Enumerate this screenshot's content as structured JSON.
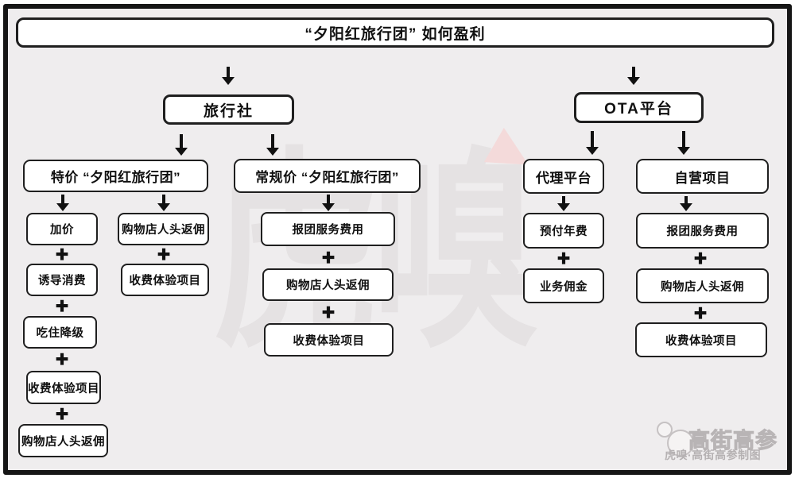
{
  "title": "“夕阳红旅行团” 如何盈利",
  "connector_plus": "+",
  "tree": {
    "travel_agency": {
      "label": "旅行社"
    },
    "ota_platform": {
      "label": "OTA平台"
    },
    "special_price": {
      "label": "特价 “夕阳红旅行团”",
      "left_chain": [
        "加价",
        "诱导消费",
        "吃住降级",
        "收费体验项目",
        "购物店人头返佣"
      ],
      "right_chain": [
        "购物店人头返佣",
        "收费体验项目"
      ]
    },
    "regular_price": {
      "label": "常规价 “夕阳红旅行团”",
      "chain": [
        "报团服务费用",
        "购物店人头返佣",
        "收费体验项目"
      ]
    },
    "agent_platform": {
      "label": "代理平台",
      "chain": [
        "预付年费",
        "业务佣金"
      ]
    },
    "self_operated": {
      "label": "自营项目",
      "chain": [
        "报团服务费用",
        "购物店人头返佣",
        "收费体验项目"
      ]
    }
  },
  "watermark": {
    "center_text": "虎嗅",
    "brand_text": "高街高参",
    "caption": "虎嗅·高街高参制图"
  },
  "colors": {
    "frame_border": "#161616",
    "canvas_background": "#efedee",
    "node_background": "#ffffff",
    "node_border": "#1f1f1f",
    "arrow_black": "#111111",
    "watermark_gray": "#e5e2e3",
    "watermark_pink": "#f4dada",
    "footer_text_gray": "#b5b1b2"
  }
}
